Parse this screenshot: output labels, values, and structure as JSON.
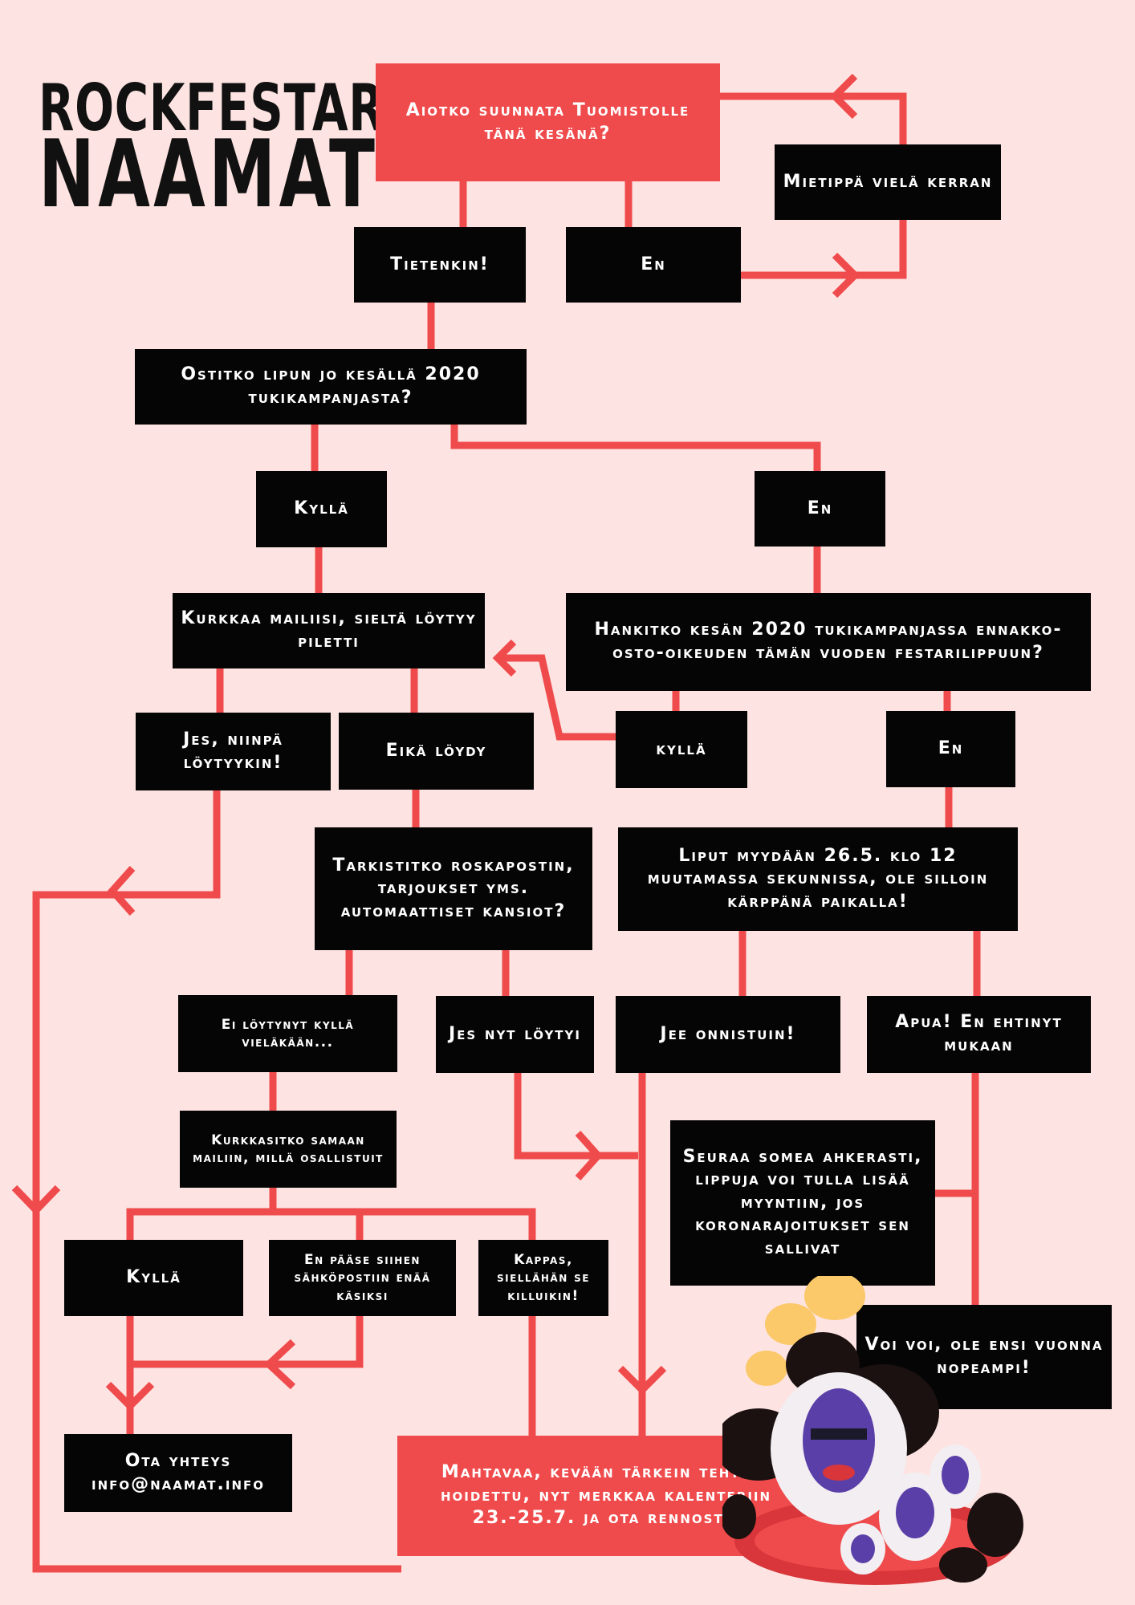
{
  "logo": {
    "line1": "ROCKFESTARI",
    "line2": "NAAMAT"
  },
  "nodes": {
    "q1": "Aiotko suunnata Tuomistolle tänä kesänä?",
    "mieti": "Mietippä vielä kerran",
    "tietenkin": "Tietenkin!",
    "en1": "En",
    "q2": "Ostitko lipun jo kesällä 2020 tukikampanjasta?",
    "kylla1": "Kyllä",
    "en2": "En",
    "kurkkaa": "Kurkkaa mailiisi, sieltä löytyy piletti",
    "q3": "Hankitko kesän 2020 tukikampanjassa ennakko-osto-oikeuden tämän vuoden festarilippuun?",
    "jes": "Jes, niinpä löytyykin!",
    "eika": "Eikä löydy",
    "kylla2": "kyllä",
    "en3": "En",
    "tarkistitko": "Tarkistitko roskapostin, tarjoukset yms. automaattiset kansiot?",
    "liput": "Liput myydään 26.5. klo 12 muutamassa sekunnissa, ole silloin kärppänä paikalla!",
    "eiloytynyt": "Ei löytynyt kyllä vieläkään...",
    "jesnyt": "Jes nyt löytyi",
    "jee": "Jee onnistuin!",
    "apua": "Apua! En ehtinyt mukaan",
    "kurkkasitko": "Kurkkasitko samaan mailiin, millä osallistuit",
    "seuraa": "Seuraa somea ahkerasti, lippuja voi tulla lisää myyntiin, jos koronarajoitukset sen sallivat",
    "kylla3": "Kyllä",
    "enpaase": "En pääse siihen sähköpostiin enää käsiksi",
    "kappas": "Kappas, siellähän se killuikin!",
    "voivoi": "Voi voi, ole ensi vuonna nopeampi!",
    "ota": "Ota yhteys info@naamat.info",
    "mahtavaa": "Mahtavaa, kevään tärkein tehtävä hoidettu, nyt merkkaa kalenteriin 23.-25.7. ja ota rennosti!"
  },
  "colors": {
    "background": "#fde4e2",
    "red": "#f04b4c",
    "black": "#050505",
    "yellow": "#fbc86a"
  }
}
